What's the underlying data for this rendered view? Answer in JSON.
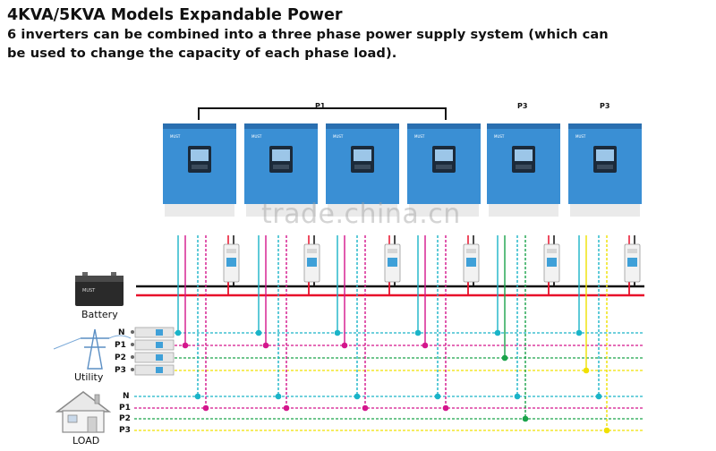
{
  "heading": {
    "title": "4KVA/5KVA Models Expandable Power",
    "line1": "6 inverters can be combined into a three phase power supply system (which can",
    "line2": "be used to change the capacity of each phase load)."
  },
  "watermark": "trade.china.cn",
  "inverters": {
    "count": 6,
    "brand": "MUST",
    "group_labels": [
      "P1",
      "P3",
      "P3"
    ]
  },
  "sources": {
    "battery": "Battery",
    "utility": "Utility",
    "load": "LOAD",
    "battery_brand": "MUST"
  },
  "buses": {
    "utility": [
      "N",
      "P1",
      "P2",
      "P3"
    ],
    "load": [
      "N",
      "P1",
      "P2",
      "P3"
    ]
  },
  "colors": {
    "inverter_body": "#3a8fd4",
    "inverter_shade": "#2a6fb0",
    "battery_red": "#e8102a",
    "battery_black": "#111111",
    "N": "#1ab4c8",
    "P1": "#d4158c",
    "P2": "#1aa34a",
    "P3": "#f0e000"
  }
}
